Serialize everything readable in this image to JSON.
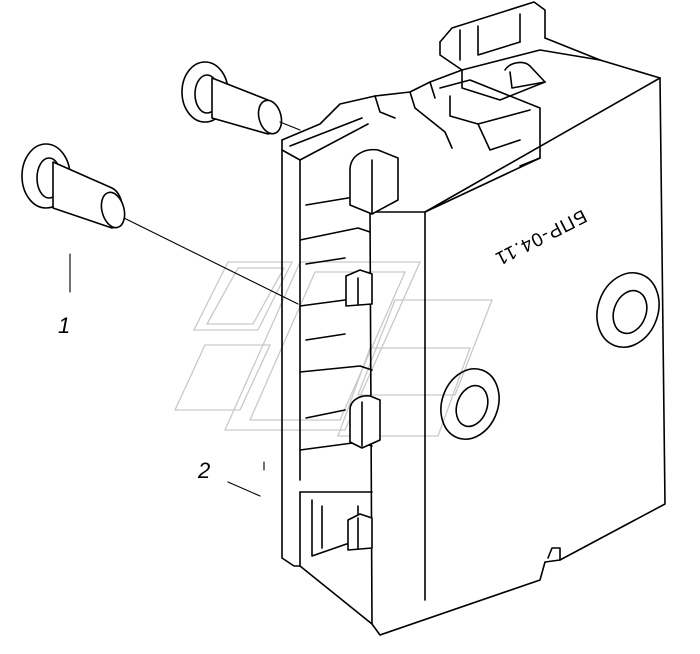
{
  "drawing": {
    "part_marking": "БПР-04.11",
    "callouts": [
      {
        "label": "1"
      },
      {
        "label": "2"
      }
    ],
    "colors": {
      "line": "#000000",
      "paper": "#ffffff",
      "watermark": "#c9c9c9"
    }
  }
}
